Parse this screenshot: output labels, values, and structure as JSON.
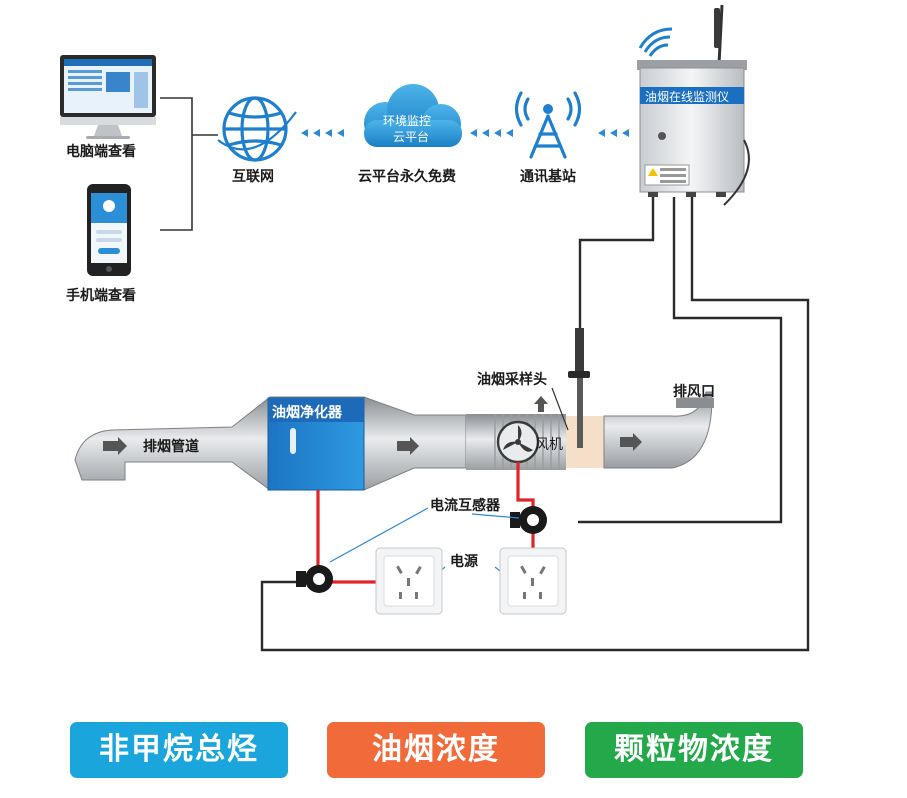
{
  "devices": {
    "pc_label": "电脑端查看",
    "phone_label": "手机端查看"
  },
  "network": {
    "internet_label": "互联网",
    "cloud_text_line1": "环境监控",
    "cloud_text_line2": "云平台",
    "cloud_caption": "云平台永久免费",
    "base_station_label": "通讯基站"
  },
  "monitor": {
    "title": "油烟在线监测仪"
  },
  "duct": {
    "pipe_label": "排烟管道",
    "purifier_label": "油烟净化器",
    "sampling_probe_label": "油烟采样头",
    "fan_label": "风机",
    "exhaust_label": "排风口",
    "current_sensor_label": "电流互感器",
    "power_label": "电源"
  },
  "metrics": {
    "items": [
      {
        "label": "非甲烷总烃",
        "color": "#1aa5dc"
      },
      {
        "label": "油烟浓度",
        "color": "#f06a3a"
      },
      {
        "label": "颗粒物浓度",
        "color": "#23a84a"
      }
    ]
  }
}
